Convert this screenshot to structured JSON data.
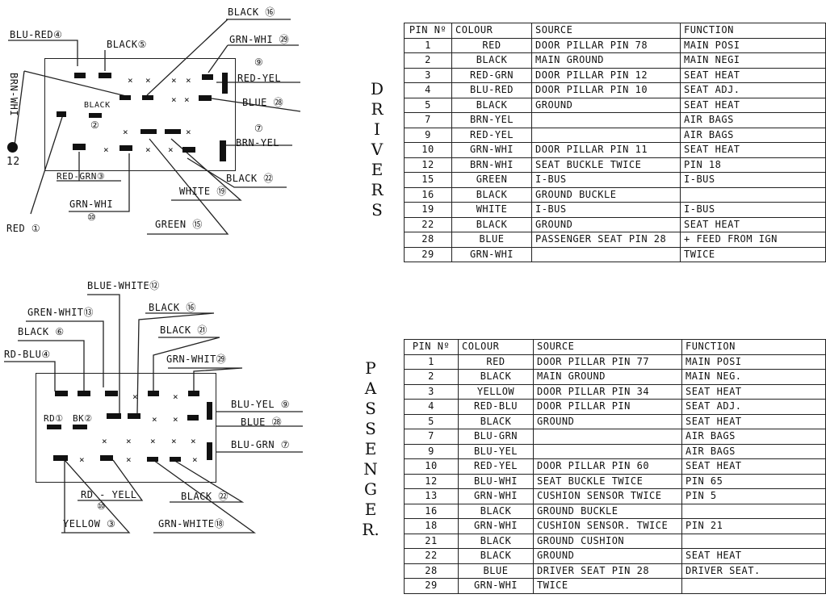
{
  "drivers": {
    "side_label": [
      "D",
      "R",
      "I",
      "V",
      "E",
      "R",
      "S"
    ],
    "headers": [
      "PIN Nº",
      "COLOUR",
      "SOURCE",
      "FUNCTION"
    ],
    "rows": [
      [
        "1",
        "RED",
        "DOOR PILLAR PIN 78",
        "MAIN POSI"
      ],
      [
        "2",
        "BLACK",
        "MAIN GROUND",
        "MAIN NEGI"
      ],
      [
        "3",
        "RED-GRN",
        "DOOR PILLAR PIN 12",
        "SEAT HEAT"
      ],
      [
        "4",
        "BLU-RED",
        "DOOR PILLAR PIN 10",
        "SEAT ADJ."
      ],
      [
        "5",
        "BLACK",
        "GROUND",
        "SEAT HEAT"
      ],
      [
        "7",
        "BRN-YEL",
        "",
        "AIR BAGS"
      ],
      [
        "9",
        "RED-YEL",
        "",
        "AIR BAGS"
      ],
      [
        "10",
        "GRN-WHI",
        "DOOR PILLAR PIN 11",
        "SEAT HEAT"
      ],
      [
        "12",
        "BRN-WHI",
        "SEAT BUCKLE TWICE",
        "PIN 18"
      ],
      [
        "15",
        "GREEN",
        "I-BUS",
        "I-BUS"
      ],
      [
        "16",
        "BLACK",
        "GROUND BUCKLE",
        ""
      ],
      [
        "19",
        "WHITE",
        "I-BUS",
        "I-BUS"
      ],
      [
        "22",
        "BLACK",
        "GROUND",
        "SEAT HEAT"
      ],
      [
        "28",
        "BLUE",
        "PASSENGER SEAT PIN 28",
        "+ FEED FROM IGN"
      ],
      [
        "29",
        "GRN-WHI",
        "",
        "TWICE"
      ]
    ],
    "diagram_labels": {
      "blu_red_4": "BLU-RED④",
      "black_5": "BLACK⑤",
      "black_16": "BLACK ⑯",
      "grn_whi_29": "GRN-WHI ㉙",
      "num_9": "⑨",
      "red_yel": "RED-YEL",
      "blue_28": "BLUE ㉘",
      "num_7": "⑦",
      "brn_yel": "BRN-YEL",
      "black_2": "BLACK",
      "num_2": "②",
      "brn_whi": "BRN-WHI",
      "num_12": "12",
      "red_grn_3": "RED-GRN③",
      "grn_whi": "GRN-WHI",
      "num_10": "⑩",
      "red_1": "RED ①",
      "green_15": "GREEN ⑮",
      "white_19": "WHITE ⑲",
      "black_22": "BLACK ㉒"
    }
  },
  "passenger": {
    "side_label": [
      "P",
      "A",
      "S",
      "S",
      "E",
      "N",
      "G",
      "E",
      "R."
    ],
    "headers": [
      "PIN Nº",
      "COLOUR",
      "SOURCE",
      "FUNCTION"
    ],
    "rows": [
      [
        "1",
        "RED",
        "DOOR PILLAR PIN 77",
        "MAIN POSI"
      ],
      [
        "2",
        "BLACK",
        "MAIN GROUND",
        "MAIN NEG."
      ],
      [
        "3",
        "YELLOW",
        "DOOR PILLAR PIN 34",
        "SEAT HEAT"
      ],
      [
        "4",
        "RED-BLU",
        "DOOR PILLAR PIN",
        "SEAT ADJ."
      ],
      [
        "5",
        "BLACK",
        "GROUND",
        "SEAT HEAT"
      ],
      [
        "7",
        "BLU-GRN",
        "",
        "AIR BAGS"
      ],
      [
        "9",
        "BLU-YEL",
        "",
        "AIR BAGS"
      ],
      [
        "10",
        "RED-YEL",
        "DOOR PILLAR PIN 60",
        "SEAT HEAT"
      ],
      [
        "12",
        "BLU-WHI",
        "SEAT BUCKLE TWICE",
        "PIN 65"
      ],
      [
        "13",
        "GRN-WHI",
        "CUSHION SENSOR TWICE",
        "PIN 5"
      ],
      [
        "16",
        "BLACK",
        "GROUND BUCKLE",
        ""
      ],
      [
        "18",
        "GRN-WHI",
        "CUSHION SENSOR. TWICE",
        "PIN 21"
      ],
      [
        "21",
        "BLACK",
        "GROUND CUSHION",
        ""
      ],
      [
        "22",
        "BLACK",
        "GROUND",
        "SEAT HEAT"
      ],
      [
        "28",
        "BLUE",
        "DRIVER SEAT PIN 28",
        "DRIVER SEAT."
      ],
      [
        "29",
        "GRN-WHI",
        "TWICE",
        ""
      ]
    ],
    "diagram_labels": {
      "blue_white_12": "BLUE-WHITE⑫",
      "gren_whit_13": "GREN-WHIT⑬",
      "black_16": "BLACK ⑯",
      "black_6": "BLACK ⑥",
      "black_21": "BLACK ㉑",
      "rd_blu_4": "RD-BLU④",
      "grn_whit_29": "GRN-WHIT㉙",
      "blu_yel_9": "BLU-YEL ⑨",
      "blue_28": "BLUE ㉘",
      "blu_grn_7": "BLU-GRN ⑦",
      "rd_1": "RD①",
      "bk_2": "BK②",
      "rd_yell": "RD - YELL",
      "num_10": "⑩",
      "black_22": "BLACK ㉒",
      "yellow_3": "YELLOW ③",
      "grn_white_18": "GRN-WHITE⑱"
    }
  }
}
